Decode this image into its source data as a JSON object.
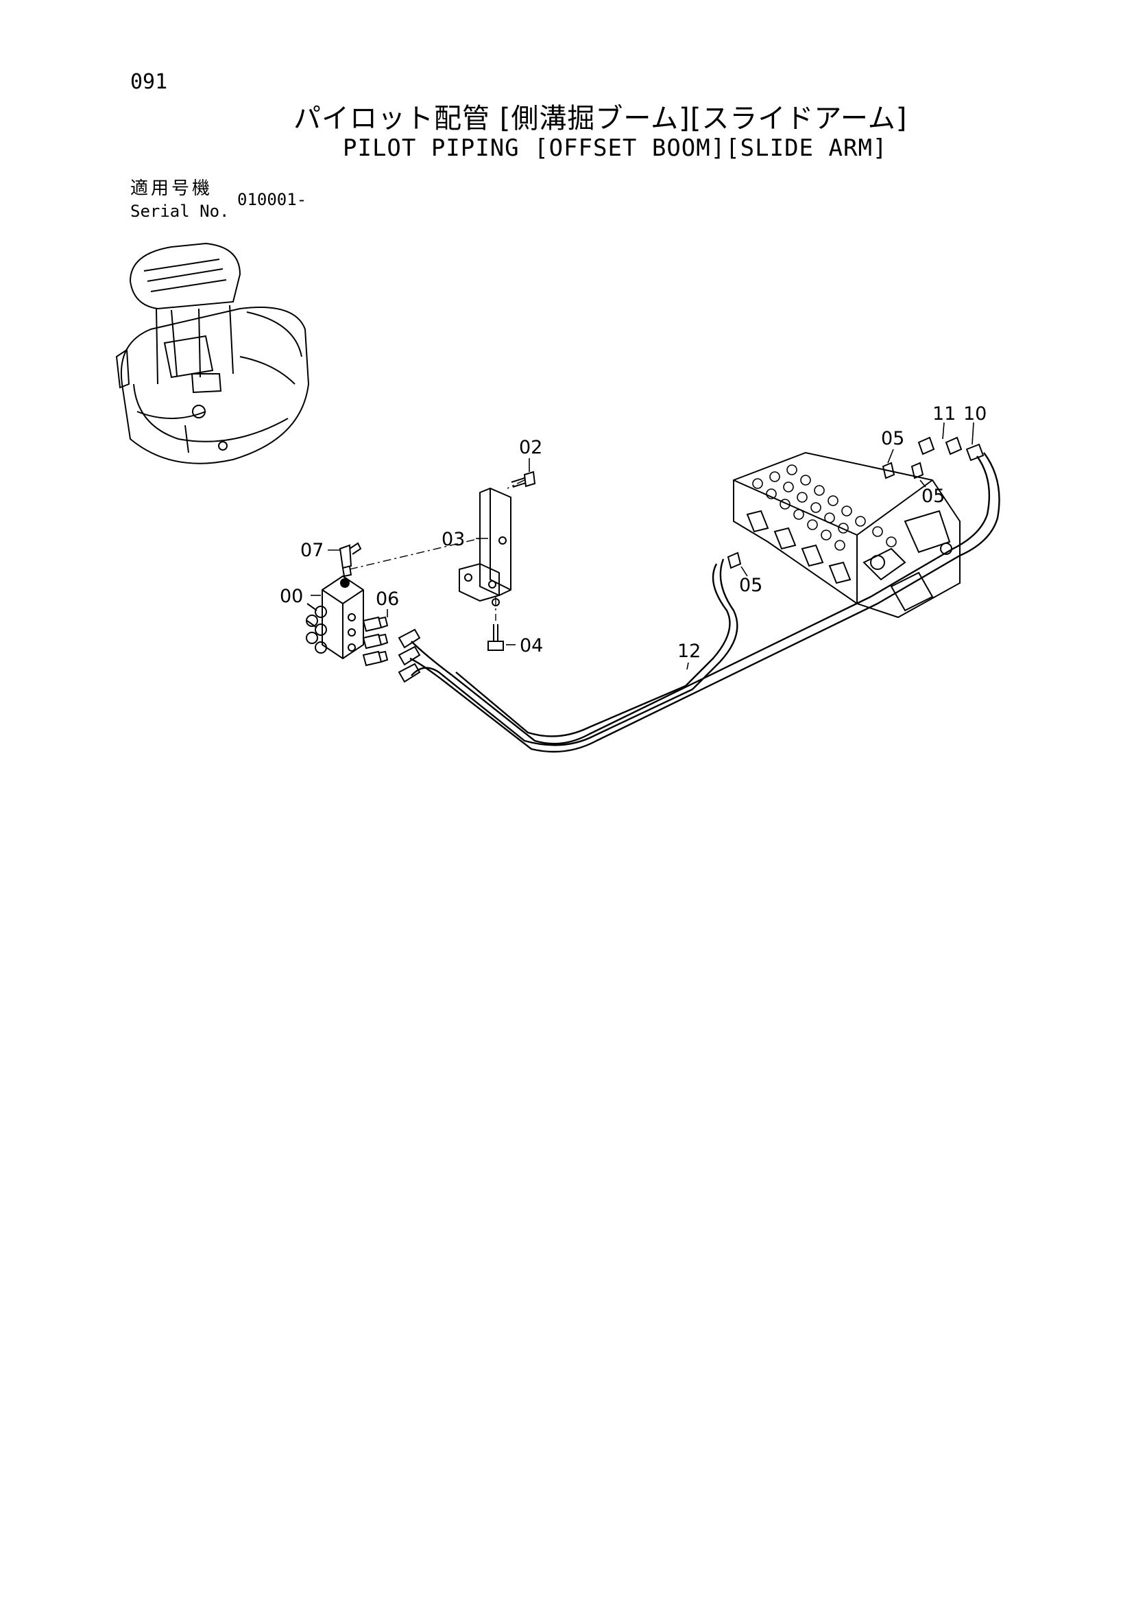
{
  "page_number": "091",
  "title_ja": "パイロット配管 [側溝掘ブーム][スライドアーム]",
  "title_en": "PILOT PIPING [OFFSET BOOM][SLIDE ARM]",
  "serial": {
    "label_ja": "適用号機",
    "label_en": "Serial No.",
    "value": "010001-"
  },
  "callouts": {
    "c00": "00",
    "c02": "02",
    "c03": "03",
    "c04": "04",
    "c05a": "05",
    "c05b": "05",
    "c05c": "05",
    "c06": "06",
    "c07": "07",
    "c10": "10",
    "c11": "11",
    "c12": "12"
  }
}
